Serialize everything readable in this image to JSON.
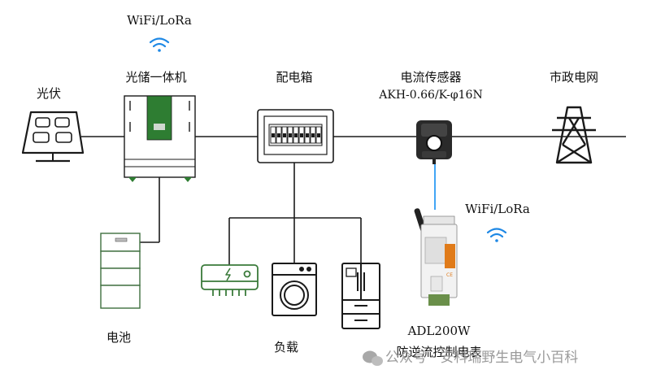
{
  "labels": {
    "wifi_top": "WiFi/LoRa",
    "inverter": "光储一体机",
    "pv": "光伏",
    "distribution_box": "配电箱",
    "current_sensor": "电流传感器",
    "sensor_model": "AKH-0.66/K-φ16N",
    "grid": "市政电网",
    "wifi_meter": "WiFi/LoRa",
    "battery": "电池",
    "load": "负载",
    "meter_model": "ADL200W",
    "meter_name": "防逆流控制电表",
    "meter_badge": "CE"
  },
  "watermark": {
    "text": "公众号 · 安科瑞野生电气小百科"
  },
  "colors": {
    "line": "#1a1a1a",
    "inverter_panel": "#2e7d32",
    "battery_line": "#3f6f3f",
    "appliance_icon": "#3a7a3a",
    "wifi_icon": "#1e88e5",
    "meter_accent": "#e07b1a",
    "sensor_lead": "#42a5f5"
  }
}
